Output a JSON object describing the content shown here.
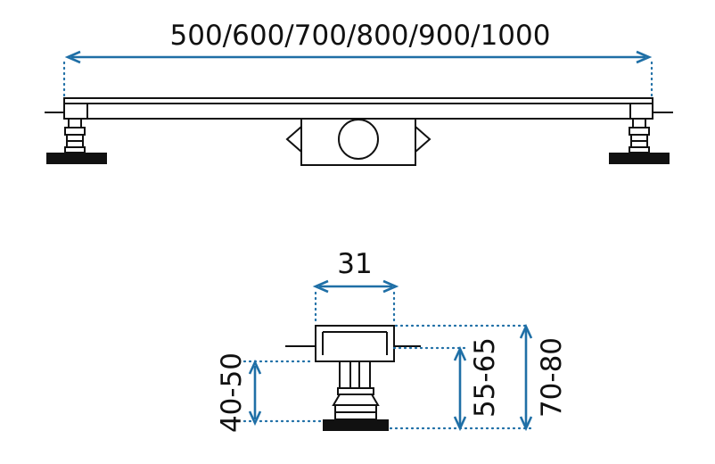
{
  "dimensions": {
    "length_label": "500/600/700/800/900/1000",
    "width_label": "31",
    "height_left_label": "40-50",
    "height_middle_label": "55-65",
    "height_right_label": "70-80"
  },
  "colors": {
    "dimension_line": "#1f6fa6",
    "outline": "#111111",
    "background": "#ffffff"
  }
}
